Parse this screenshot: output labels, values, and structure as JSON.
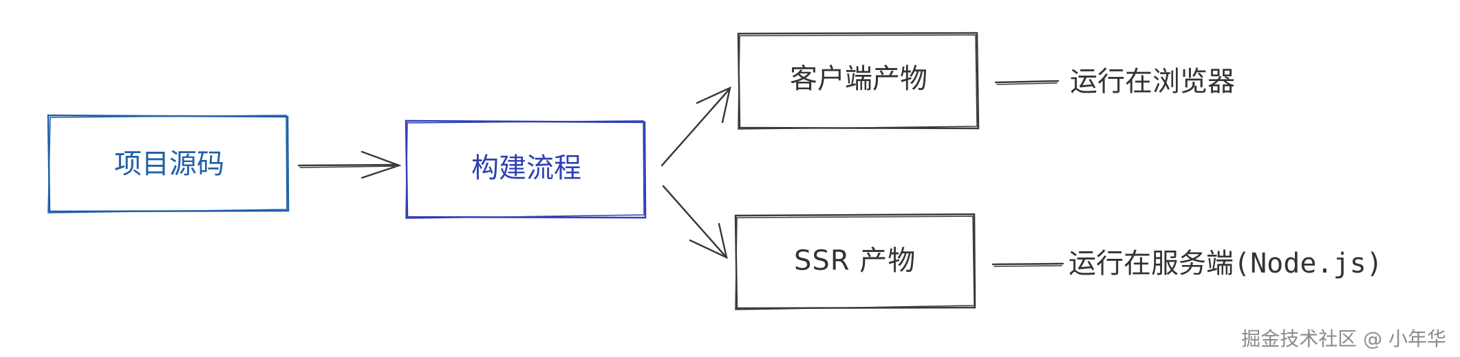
{
  "nodes": {
    "source": {
      "label": "项目源码",
      "color": "#1f5fa8"
    },
    "build": {
      "label": "构建流程",
      "color": "#2f3fb3"
    },
    "client": {
      "label": "客户端产物",
      "color": "#333333"
    },
    "ssr": {
      "label": "SSR 产物",
      "color": "#333333"
    }
  },
  "annotations": {
    "client": "运行在浏览器",
    "ssr": "运行在服务端(Node.js)"
  },
  "watermark": "掘金技术社区 @ 小年华"
}
